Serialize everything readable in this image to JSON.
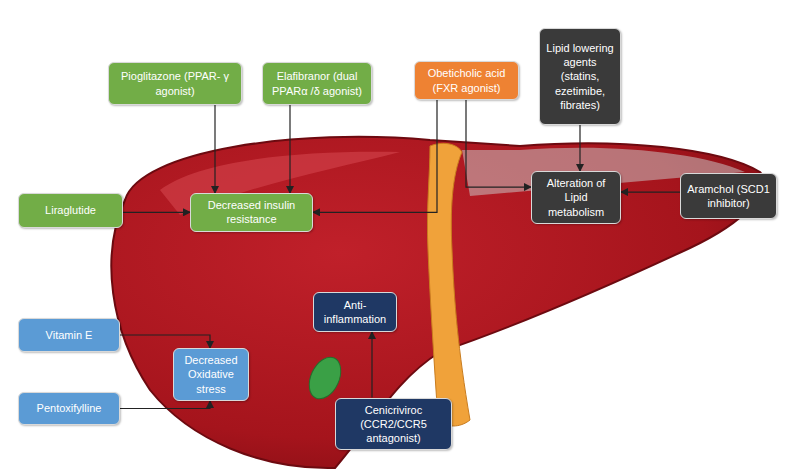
{
  "diagram": {
    "nodes": [
      {
        "text": [
          "Pioglitazone (PPAR- γ agonist)"
        ]
      },
      {
        "text": [
          "Elafibranor (dual PPARα /δ agonist)"
        ]
      },
      {
        "text": [
          "Obeticholic acid (FXR agonist)"
        ]
      },
      {
        "text": [
          "Lipid lowering agents (statins, ezetimibe, fibrates)"
        ]
      },
      {
        "text": [
          "Liraglutide"
        ]
      },
      {
        "text": [
          "Decreased insulin resistance"
        ]
      },
      {
        "text": [
          "Alteration of Lipid metabolism"
        ]
      },
      {
        "text": [
          "Aramchol (SCD1 inhibitor)"
        ]
      },
      {
        "text": [
          "Anti- inflammation"
        ]
      },
      {
        "text": [
          "Vitamin E"
        ]
      },
      {
        "text": [
          "Decreased Oxidative stress"
        ]
      },
      {
        "text": [
          "Pentoxifylline"
        ]
      },
      {
        "text": [
          "Cenicriviroc (CCR2/CCR5 antagonist)"
        ]
      }
    ],
    "edges": [
      {
        "from": 0,
        "to": 5,
        "arrow": "to"
      },
      {
        "from": 1,
        "to": 5,
        "arrow": "to"
      },
      {
        "from": 2,
        "to": 5,
        "arrow": "to"
      },
      {
        "from": 2,
        "to": 6,
        "arrow": "to"
      },
      {
        "from": 4,
        "to": 5,
        "arrow": "to"
      },
      {
        "from": 3,
        "to": 6,
        "arrow": "to"
      },
      {
        "from": 7,
        "to": 6,
        "arrow": "to"
      },
      {
        "from": 9,
        "to": 10,
        "arrow": "to"
      },
      {
        "from": 11,
        "to": 10,
        "arrow": "to"
      },
      {
        "from": 12,
        "to": 8,
        "arrow": "to"
      }
    ]
  }
}
